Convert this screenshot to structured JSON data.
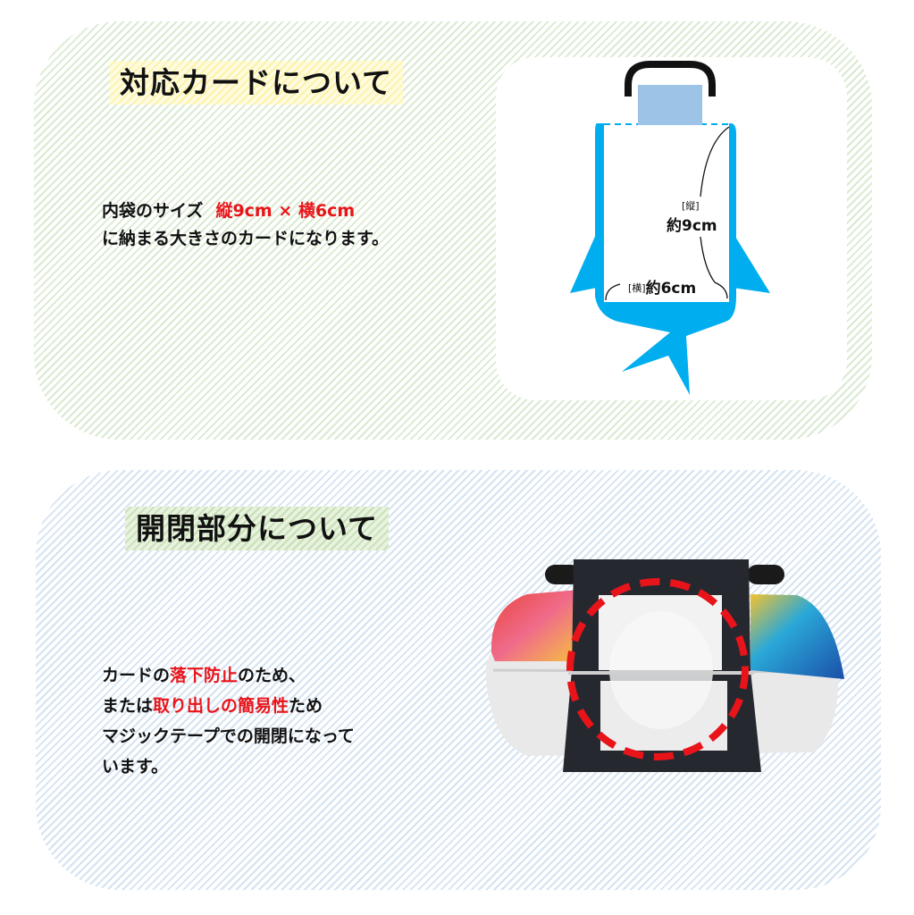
{
  "section_card": {
    "heading": "対応カードについて",
    "line1_prefix": "内袋のサイズ",
    "line1_size_vertical": "縦9cm",
    "line1_times": "×",
    "line1_size_horizontal": "横6cm",
    "line2": "に納まる大きさのカードになります。",
    "diagram": {
      "vertical_bracket": "[縦]",
      "vertical_value": "約9cm",
      "horizontal_bracket": "[横]",
      "horizontal_value": "約6cm"
    }
  },
  "section_closure": {
    "heading": "開閉部分について",
    "line1_a": "カードの",
    "line1_b": "落下防止",
    "line1_c": "のため、",
    "line2_a": "または",
    "line2_b": "取り出しの簡易性",
    "line2_c": "ため",
    "line3": "マジックテープでの開閉になって",
    "line4": "います。"
  },
  "colors": {
    "accent_red": "#e8141a",
    "diagram_blue": "#00aeef",
    "card_blue": "#9dc3e6",
    "highlight_yellow": "#fbf3a8",
    "highlight_green": "#c6e0b4"
  }
}
